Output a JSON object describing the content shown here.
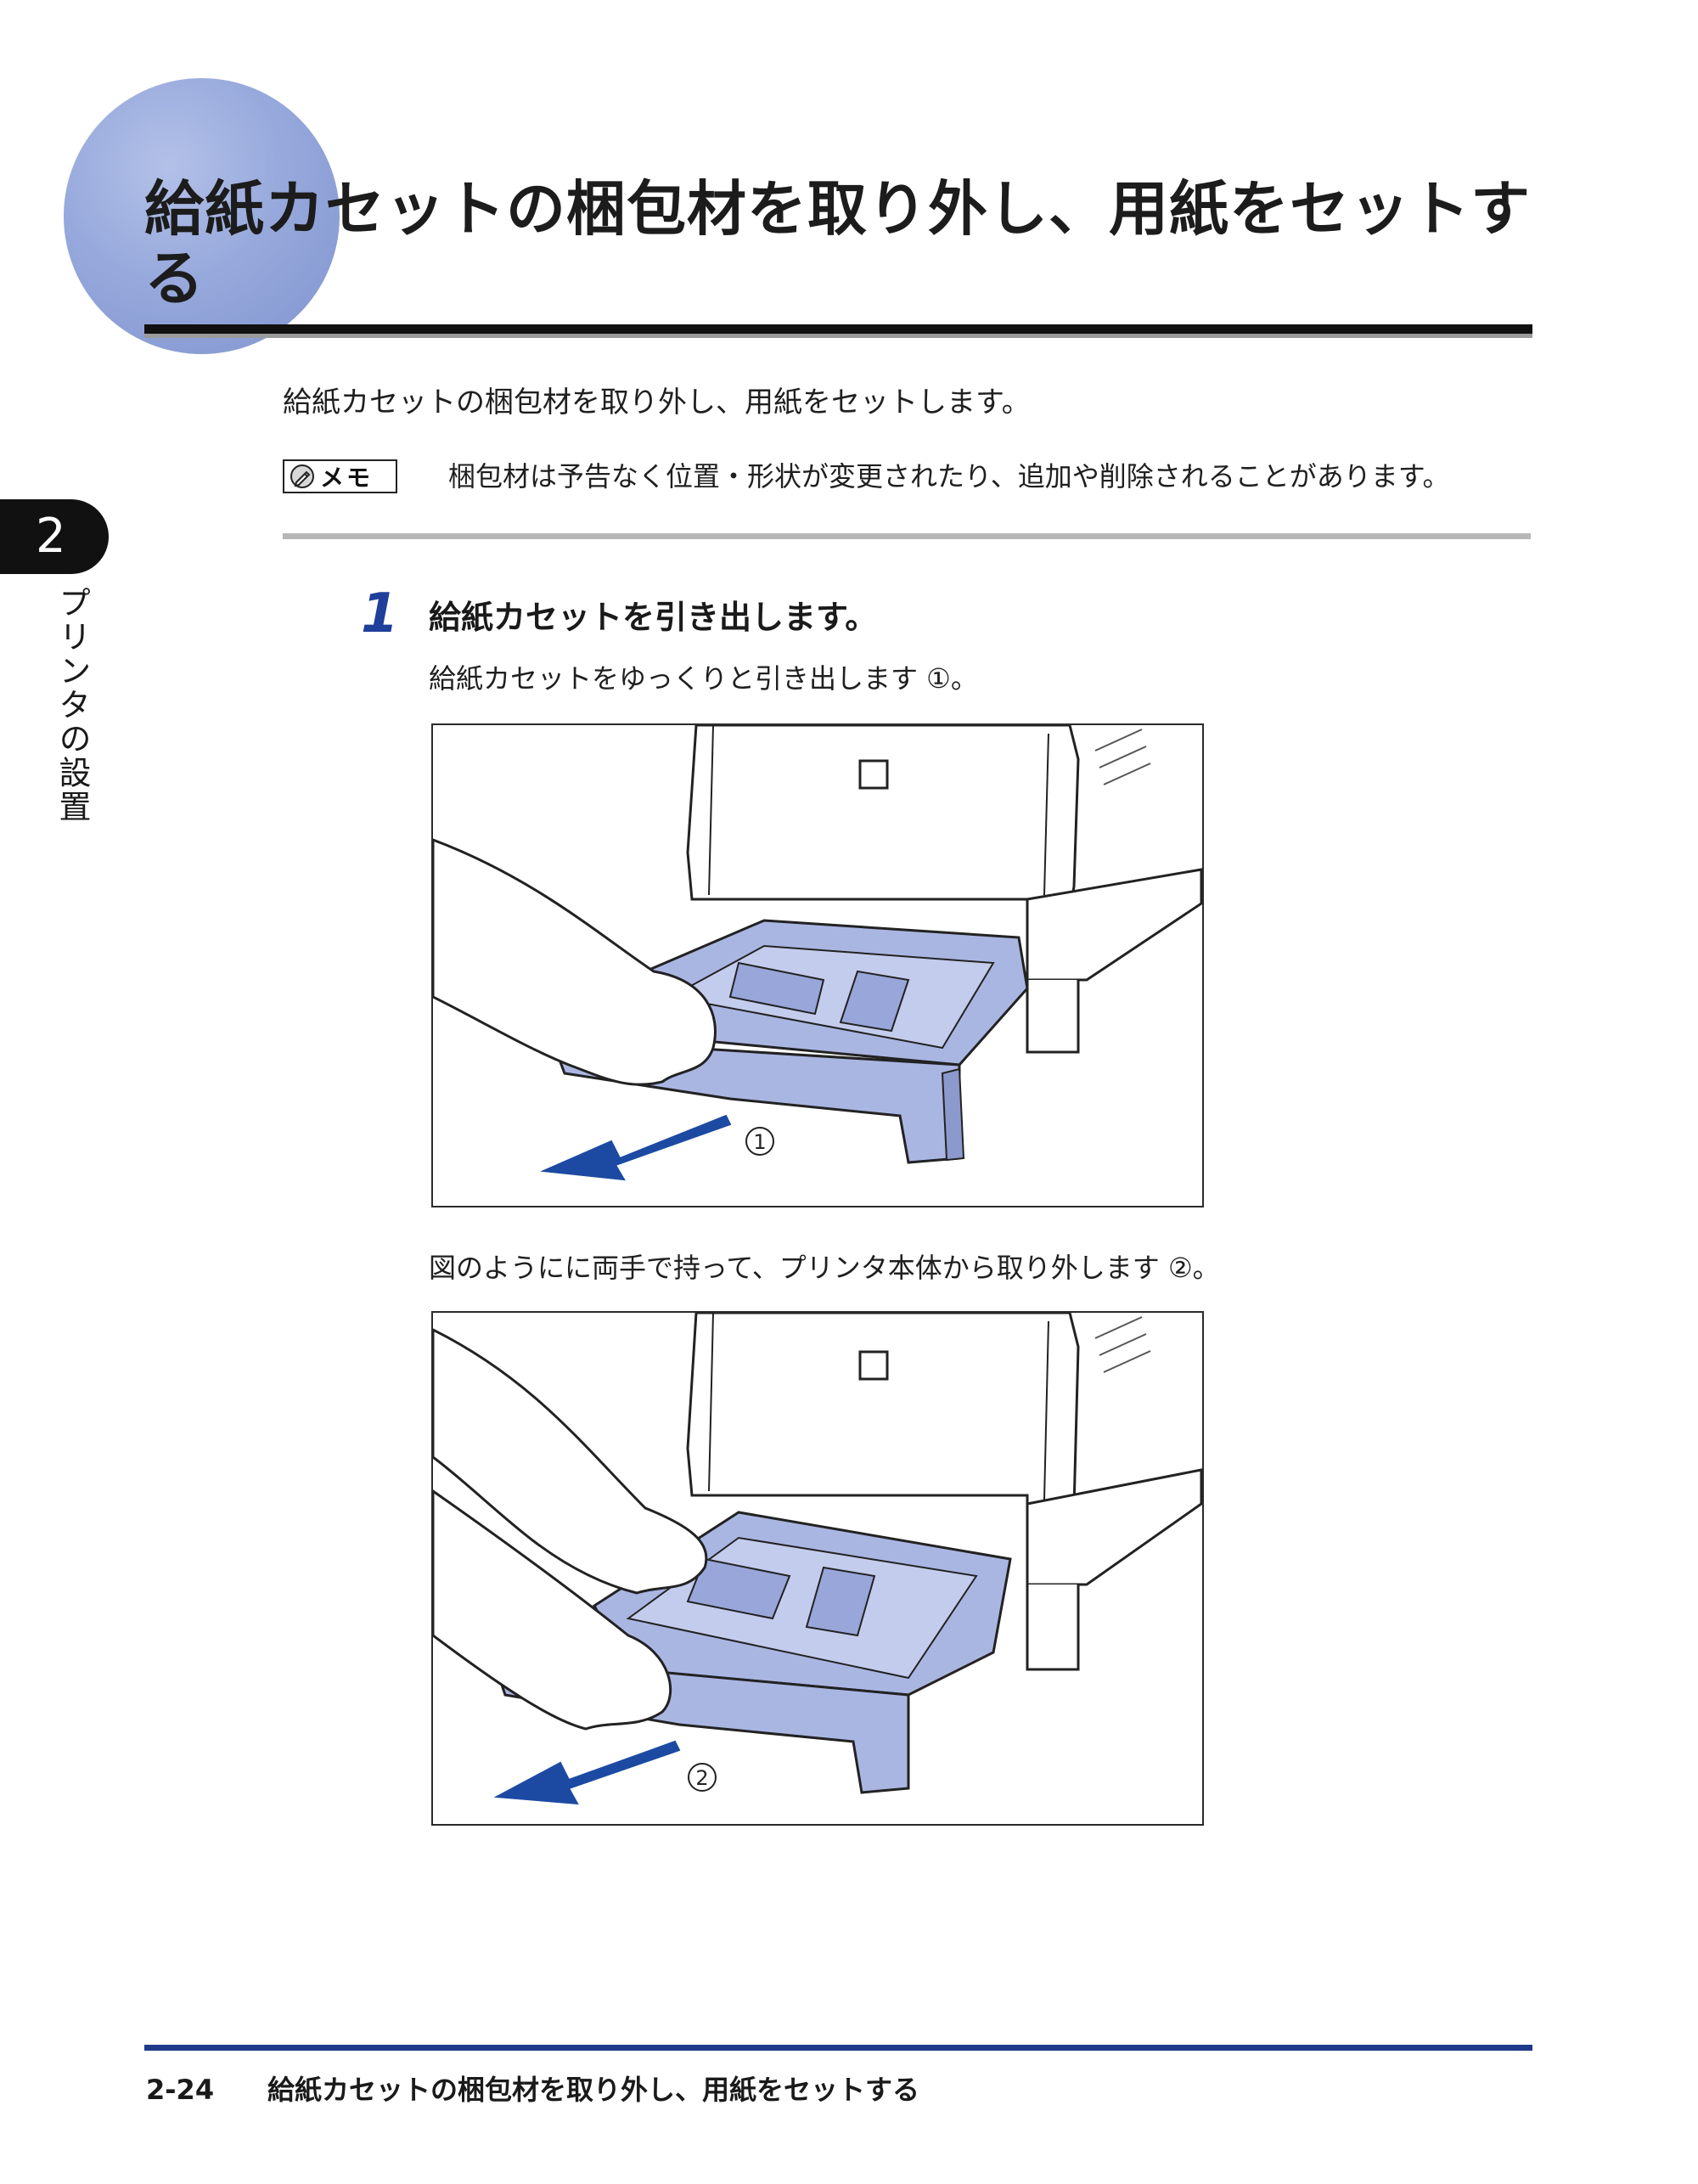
{
  "header": {
    "title": "給紙カセットの梱包材を取り外し、用紙をセットする"
  },
  "chapter": {
    "number": "2",
    "label": "プリンタの設置"
  },
  "intro": "給紙カセットの梱包材を取り外し、用紙をセットします。",
  "memo": {
    "label": "メモ",
    "icon": "pencil-icon",
    "text": "梱包材は予告なく位置・形状が変更されたり、追加や削除されることがあります。"
  },
  "step": {
    "number": "1",
    "title": "給紙カセットを引き出します。",
    "desc1": "給紙カセットをゆっくりと引き出します ①。",
    "desc2": "図のようにに両手で持って、プリンタ本体から取り外します ②。"
  },
  "figures": [
    {
      "marker": "①",
      "arrow_color": "#1c4aa3",
      "cassette_color": "#aab6e2"
    },
    {
      "marker": "②",
      "arrow_color": "#1c4aa3",
      "cassette_color": "#aab6e2"
    }
  ],
  "footer": {
    "page": "2-24",
    "title": "給紙カセットの梱包材を取り外し、用紙をセットする"
  },
  "colors": {
    "accent_blue": "#1e3a8a",
    "step_number": "#1e3f9a",
    "title_circle": "#97a9dc"
  }
}
